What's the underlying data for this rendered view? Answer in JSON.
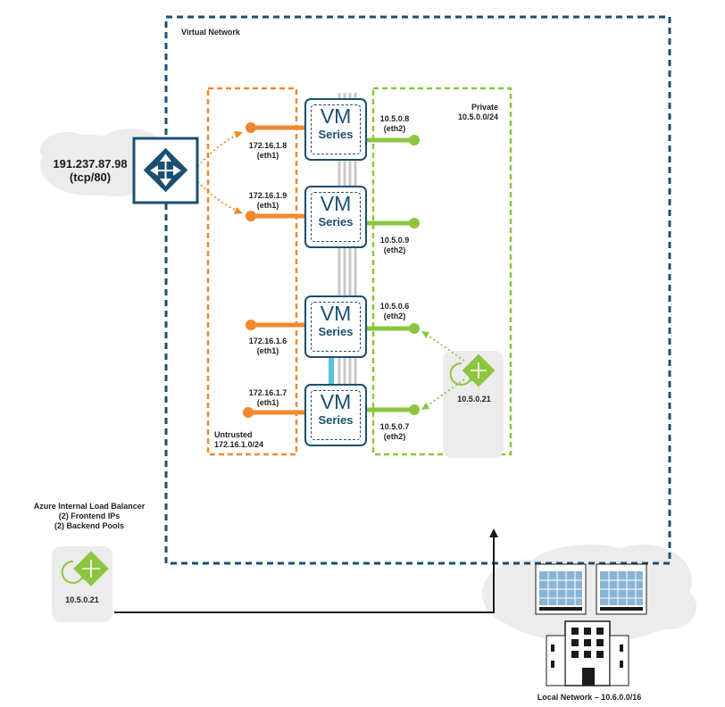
{
  "virtual_network": {
    "label": "Virtual Network"
  },
  "public_ip": {
    "address": "191.237.87.98",
    "port": "(tcp/80)"
  },
  "untrusted": {
    "title": "Untrusted",
    "subnet": "172.16.1.0/24"
  },
  "private": {
    "title": "Private",
    "subnet": "10.5.0.0/24"
  },
  "vms": [
    {
      "line1": "VM",
      "line2": "Series",
      "eth1_ip": "172.16.1.8",
      "eth1": "(eth1)",
      "eth2_ip": "10.5.0.8",
      "eth2": "(eth2)"
    },
    {
      "line1": "VM",
      "line2": "Series",
      "eth1_ip": "172.16.1.9",
      "eth1": "(eth1)",
      "eth2_ip": "10.5.0.9",
      "eth2": "(eth2)"
    },
    {
      "line1": "VM",
      "line2": "Series",
      "eth1_ip": "172.16.1.6",
      "eth1": "(eth1)",
      "eth2_ip": "10.5.0.6",
      "eth2": "(eth2)"
    },
    {
      "line1": "VM",
      "line2": "Series",
      "eth1_ip": "172.16.1.7",
      "eth1": "(eth1)",
      "eth2_ip": "10.5.0.7",
      "eth2": "(eth2)"
    }
  ],
  "internal_lb": {
    "ip": "10.5.0.21"
  },
  "azure_ilb": {
    "title": "Azure Internal Load Balancer",
    "line2": "(2) Frontend IPs",
    "line3": "(2) Backend Pools",
    "ip": "10.5.0.21"
  },
  "local_network": {
    "label": "Local Network – 10.6.0.0/16"
  },
  "colors": {
    "vnet_border": "#1b4f72",
    "untrusted": "#f0892d",
    "private": "#8cc63f",
    "connector": "#1a1a1a",
    "cloud": "#ececec",
    "appliance": "#8ab4d4",
    "switch_link": "#5bc0de"
  },
  "icons": {
    "public_lb": "load-balancer-icon",
    "internal_lb": "load-balancer-icon",
    "servers": "server-rack-icon",
    "building": "office-building-icon"
  }
}
